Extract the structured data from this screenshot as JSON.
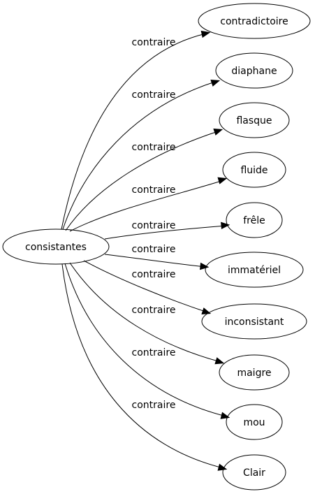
{
  "graph": {
    "source": "consistantes",
    "edges": [
      {
        "relation": "contraire",
        "target": "contradictoire"
      },
      {
        "relation": "contraire",
        "target": "diaphane"
      },
      {
        "relation": "contraire",
        "target": "flasque"
      },
      {
        "relation": "contraire",
        "target": "fluide"
      },
      {
        "relation": "contraire",
        "target": "frêle"
      },
      {
        "relation": "contraire",
        "target": "immatériel"
      },
      {
        "relation": "contraire",
        "target": "inconsistant"
      },
      {
        "relation": "contraire",
        "target": "maigre"
      },
      {
        "relation": "contraire",
        "target": "mou"
      },
      {
        "relation": "contraire",
        "target": "Clair"
      }
    ]
  }
}
